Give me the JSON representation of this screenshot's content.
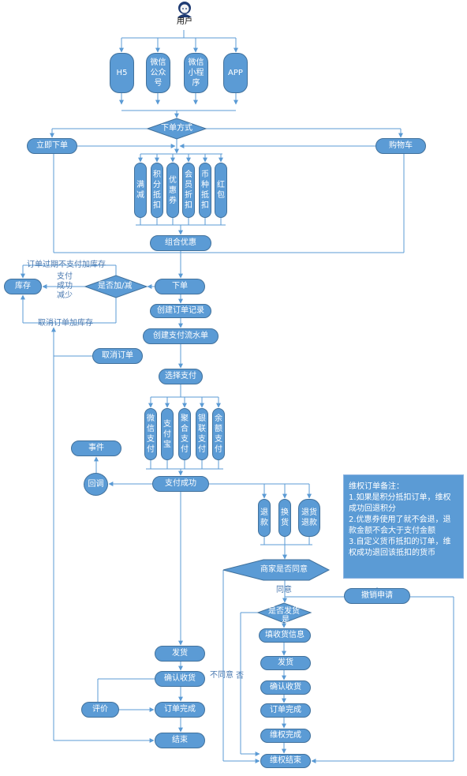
{
  "user": "用户",
  "channels": [
    "H5",
    "微信\n公众\n号",
    "微信\n小程\n序",
    "APP"
  ],
  "order_method": "下单方式",
  "buy_now": "立即下单",
  "cart": "购物车",
  "discounts": [
    "满\n减",
    "积\n分\n抵\n扣",
    "优\n惠\n券",
    "会\n员\n折\n扣",
    "币\n种\n抵\n扣",
    "红\n包"
  ],
  "combined_discount": "组合优惠",
  "place_order": "下单",
  "stock_decision": "是否加/减",
  "inventory": "库存",
  "overdue_add_stock": "订单过期不支付加库存",
  "pay_success_reduce": "支付\n成功\n减少",
  "cancel_add_stock": "取消订单加库存",
  "create_order_record": "创建订单记录",
  "create_payment_flow": "创建支付流水单",
  "cancel_order": "取消订单",
  "choose_payment": "选择支付",
  "payments": [
    "微\n信\n支\n付",
    "支\n付\n宝",
    "聚\n合\n支\n付",
    "银\n联\n支\n付",
    "余\n额\n支\n付"
  ],
  "event": "事件",
  "callback": "回调",
  "payment_success": "支付成功",
  "after_sale_types": [
    "退\n款",
    "换\n货",
    "退货\n退款"
  ],
  "merchant_agree": "商家是否同意",
  "agree": "同意",
  "revoke_request": "撤销申请",
  "ship_decision": "是否发货",
  "yes": "是",
  "no": "否",
  "disagree": "不同意",
  "fill_receipt": "填收货信息",
  "ship_1": "发货",
  "confirm_receipt_1": "确认收货",
  "order_complete_1": "订单完成",
  "rights_complete": "维权完成",
  "rights_end": "维权结束",
  "ship_2": "发货",
  "confirm_receipt_2": "确认收货",
  "review": "评价",
  "order_complete_2": "订单完成",
  "end": "结束",
  "note": {
    "title": "维权订单备注：",
    "lines": [
      "1.如果是积分抵扣订单，维权成功回退积分",
      "2.优惠券使用了就不会退，退款金额不会大于支付金额",
      "3.自定义货币抵扣的订单，维权成功退回该抵扣的货币"
    ]
  },
  "colors": {
    "node_fill": "#5b9bd5",
    "node_border": "#41719c",
    "edge": "#5b9bd5",
    "text": "#ffffff",
    "label_text": "#4a79b0"
  }
}
